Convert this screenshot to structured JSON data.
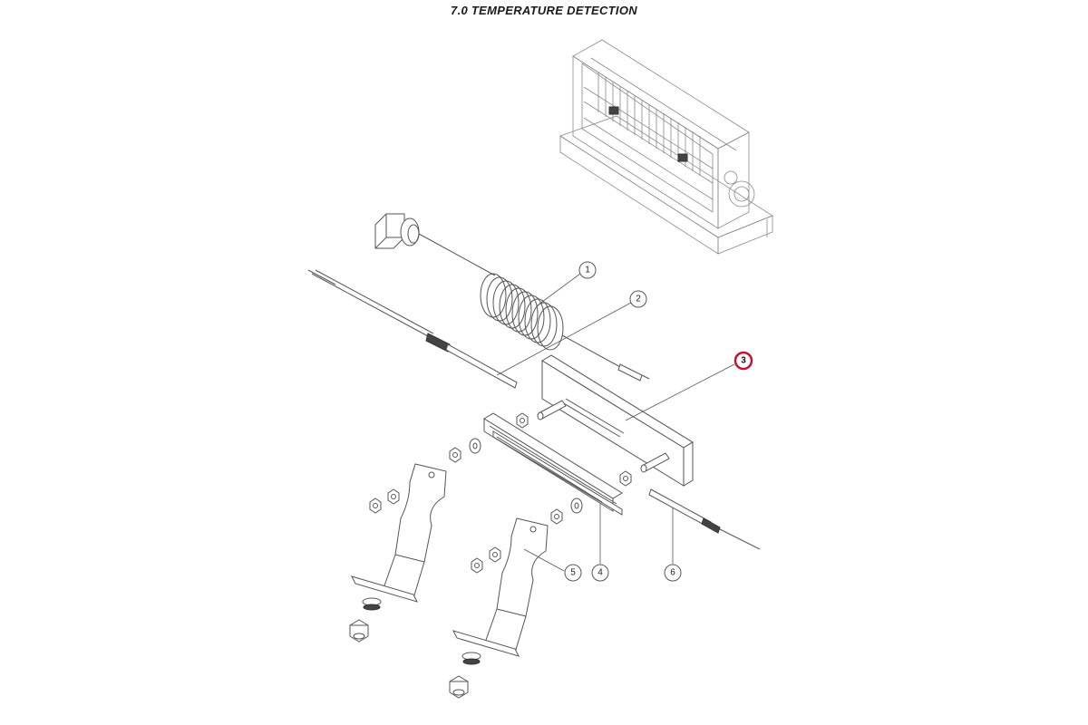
{
  "title": "7.0  TEMPERATURE DETECTION",
  "colors": {
    "highlight": "#c8102e",
    "line": "#555555",
    "background": "#ffffff"
  },
  "callouts": [
    {
      "label": "1",
      "highlighted": false
    },
    {
      "label": "2",
      "highlighted": false
    },
    {
      "label": "3",
      "highlighted": true
    },
    {
      "label": "4",
      "highlighted": false
    },
    {
      "label": "5",
      "highlighted": false
    },
    {
      "label": "6",
      "highlighted": false
    }
  ]
}
